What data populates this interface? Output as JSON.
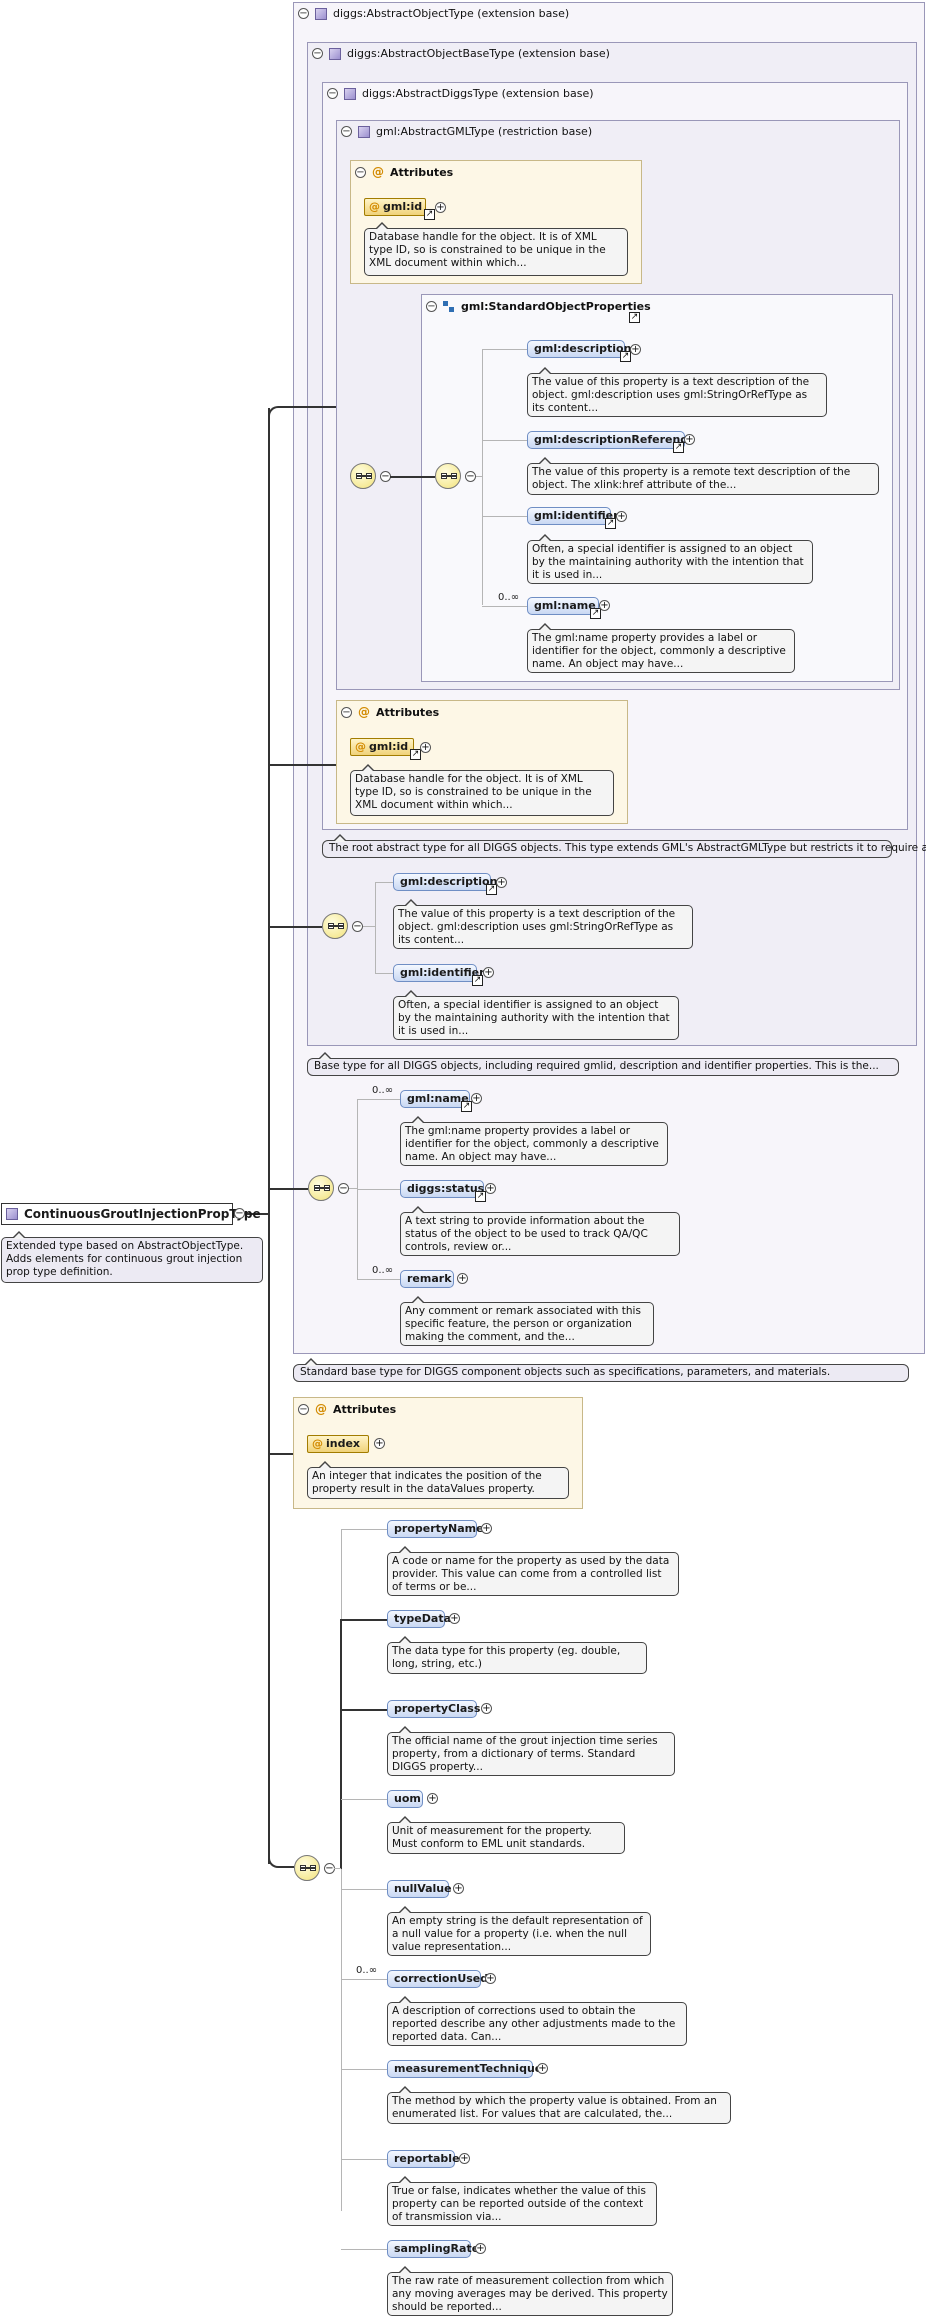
{
  "root": {
    "name": "ContinuousGroutInjectionPropType",
    "doc": "Extended type based on AbstractObjectType. Adds elements for continuous grout injection prop type definition."
  },
  "types": {
    "abstract_object": "diggs:AbstractObjectType (extension base)",
    "abstract_object_base": "diggs:AbstractObjectBaseType (extension base)",
    "abstract_diggs": "diggs:AbstractDiggsType (extension base)",
    "abstract_gml": "gml:AbstractGMLType (restriction base)",
    "standard_object_props": "gml:StandardObjectProperties"
  },
  "attributes_label": "Attributes",
  "gml_attr": {
    "name": "gml:id",
    "doc": "Database handle for the object. It is of XML type ID, so is constrained to be unique in the XML document within which..."
  },
  "standard_props": [
    {
      "name": "gml:description",
      "doc": "The value of this property is a text description of the object. gml:description uses gml:StringOrRefType as its content..."
    },
    {
      "name": "gml:descriptionReference",
      "doc": "The value of this property is a remote text description of the object. The xlink:href attribute of the..."
    },
    {
      "name": "gml:identifier",
      "doc": "Often, a special identifier is assigned to an object by the maintaining authority with the intention that it is used in..."
    },
    {
      "name": "gml:name",
      "doc": "The gml:name property provides a label or identifier for the object, commonly a descriptive name. An object may have...",
      "card": "0..∞"
    }
  ],
  "diggs_type_doc": "The root abstract type for all DIGGS objects. This type extends GML's AbstractGMLType but restricts it to require a...",
  "base_props": [
    {
      "name": "gml:description",
      "doc": "The value of this property is a text description of the object. gml:description uses gml:StringOrRefType as its content..."
    },
    {
      "name": "gml:identifier",
      "doc": "Often, a special identifier is assigned to an object by the maintaining authority with the intention that it is used in..."
    }
  ],
  "base_type_doc": "Base type for all DIGGS objects, including required gmlid, description and identifier properties. This is the...",
  "object_props": [
    {
      "name": "gml:name",
      "card": "0..∞",
      "doc": "The gml:name property provides a label or identifier for the object, commonly a descriptive name. An object may have..."
    },
    {
      "name": "diggs:status",
      "card": "",
      "doc": "A text string to provide information about the status of the object to be used to track QA/QC controls, review or..."
    },
    {
      "name": "remark",
      "card": "0..∞",
      "doc": "Any comment or remark associated with this specific feature, the person or organization making the comment, and the..."
    }
  ],
  "object_type_doc": "Standard base type for DIGGS component objects such as specifications, parameters, and materials.",
  "index_attr": {
    "name": "index",
    "doc": "An integer that indicates the position of the property result in the dataValues property."
  },
  "elements": [
    {
      "name": "propertyName",
      "card": "",
      "doc": "A code or name for the property as used by the data provider. This value can come from a controlled list of terms or be..."
    },
    {
      "name": "typeData",
      "card": "",
      "doc": "The data type for this property (eg. double, long, string, etc.)"
    },
    {
      "name": "propertyClass",
      "card": "",
      "doc": "The official name of the grout injection time series property, from a dictionary of terms. Standard DIGGS property..."
    },
    {
      "name": "uom",
      "card": "",
      "doc": "Unit of measurement for the property. Must conform to EML unit standards."
    },
    {
      "name": "nullValue",
      "card": "",
      "doc": "An empty string is the default representation of a null value for a property (i.e. when the null value representation..."
    },
    {
      "name": "correctionUsed",
      "card": "0..∞",
      "doc": "A description of corrections used to obtain the reported describe any other adjustments made to the reported data. Can..."
    },
    {
      "name": "measurementTechnique",
      "card": "",
      "doc": "The method by which the property value is obtained. From an enumerated list. For values that are calculated, the..."
    },
    {
      "name": "reportable",
      "card": "",
      "doc": "True or false, indicates whether the value of this property can be reported outside of the context of transmission via..."
    },
    {
      "name": "samplingRate",
      "card": "",
      "doc": "The raw rate of measurement collection from which any moving averages may be derived. This property should be reported..."
    }
  ]
}
